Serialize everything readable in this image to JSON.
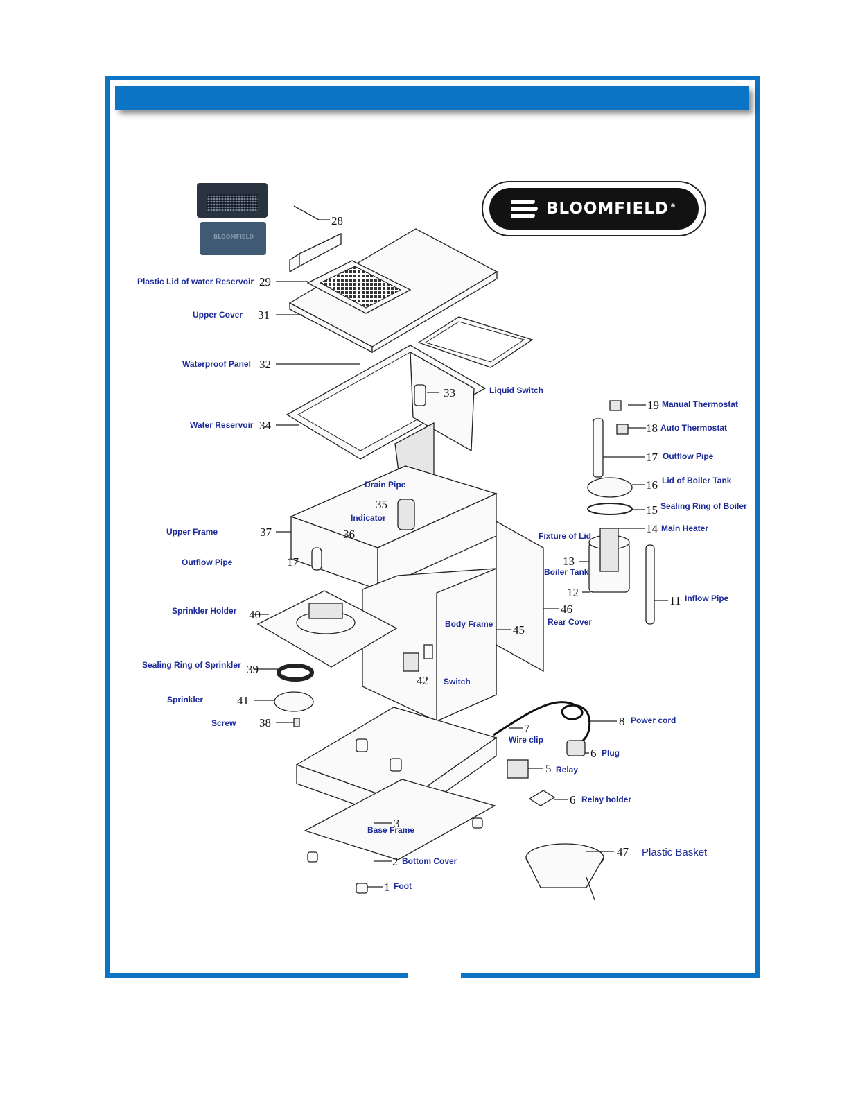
{
  "colors": {
    "frame": "#0b74c4",
    "label": "#1c2a9a"
  },
  "brand": {
    "logo_text": "BLOOMFIELD",
    "reg_mark": "®",
    "photo_text": "BLOOMFIELD"
  },
  "parts": {
    "p1": {
      "num": "1",
      "label": "Foot"
    },
    "p2": {
      "num": "2",
      "label": "Bottom Cover"
    },
    "p3": {
      "num": "3",
      "label": "Base Frame"
    },
    "p5": {
      "num": "5",
      "label": "Relay"
    },
    "p6a": {
      "num": "6",
      "label": "Plug"
    },
    "p6b": {
      "num": "6",
      "label": "Relay holder"
    },
    "p7": {
      "num": "7",
      "label": "Wire clip"
    },
    "p8": {
      "num": "8",
      "label": "Power cord"
    },
    "p11": {
      "num": "11",
      "label": "Inflow Pipe"
    },
    "p12": {
      "num": "12",
      "label": ""
    },
    "p13": {
      "num": "13",
      "label": "Boiler Tank"
    },
    "p14": {
      "num": "14",
      "label": "Main Heater"
    },
    "p15": {
      "num": "15",
      "label": "Sealing Ring of Boiler"
    },
    "p16": {
      "num": "16",
      "label": "Lid of Boiler Tank"
    },
    "p17a": {
      "num": "17",
      "label": "Outflow Pipe"
    },
    "p17b": {
      "num": "17",
      "label": "Outflow Pipe"
    },
    "p18": {
      "num": "18",
      "label": "Auto Thermostat"
    },
    "p19": {
      "num": "19",
      "label": "Manual Thermostat"
    },
    "p28": {
      "num": "28",
      "label": ""
    },
    "p29": {
      "num": "29",
      "label": "Plastic Lid of water Reservoir"
    },
    "p31": {
      "num": "31",
      "label": "Upper Cover"
    },
    "p32": {
      "num": "32",
      "label": "Waterproof Panel"
    },
    "p33": {
      "num": "33",
      "label": "Liquid Switch"
    },
    "p34": {
      "num": "34",
      "label": "Water Reservoir"
    },
    "p35": {
      "num": "35",
      "label": "Indicator"
    },
    "drain": {
      "label": "Drain Pipe"
    },
    "p36": {
      "num": "36",
      "label": ""
    },
    "p37": {
      "num": "37",
      "label": "Upper Frame"
    },
    "p38": {
      "num": "38",
      "label": "Screw"
    },
    "p39": {
      "num": "39",
      "label": "Sealing Ring of Sprinkler"
    },
    "p40": {
      "num": "40",
      "label": "Sprinkler Holder"
    },
    "p41": {
      "num": "41",
      "label": "Sprinkler"
    },
    "p42": {
      "num": "42",
      "label": "Switch"
    },
    "p45": {
      "num": "45",
      "label": "Body Frame"
    },
    "p46": {
      "num": "46",
      "label": "Rear Cover"
    },
    "fixture": {
      "label": "Fixture of Lid"
    },
    "p47": {
      "num": "47",
      "label": "Plastic Basket"
    }
  }
}
